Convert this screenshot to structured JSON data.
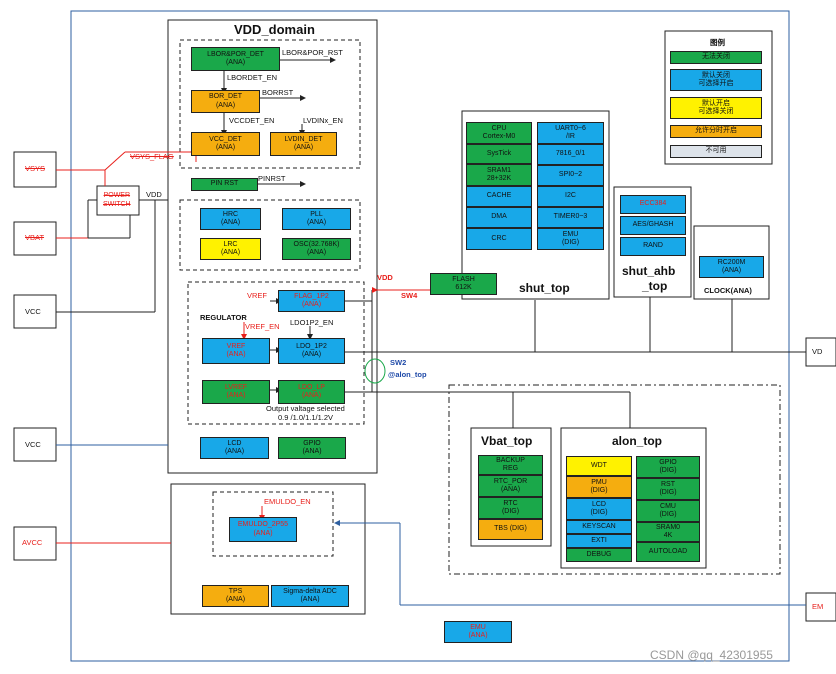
{
  "vdd_domain": {
    "title": "VDD_domain",
    "lbor_por_det": [
      "LBOR&POR_DET",
      "(ANA)"
    ],
    "lbor_por_rst": "LBOR&POR_RST",
    "lbordet_en": "LBORDET_EN",
    "bor_det": [
      "BOR_DET",
      "(ANA)"
    ],
    "borrst": "BORRST",
    "vccdet_en": "VCCDET_EN",
    "lvdinx_en": "LVDINx_EN",
    "vcc_det": [
      "VCC_DET",
      "(ANA)"
    ],
    "lvdin_det": [
      "LVDIN_DET",
      "(ANA)"
    ],
    "pin_rst": "PIN RST",
    "pinrst": "PINRST",
    "hrc": [
      "HRC",
      "(ANA)"
    ],
    "pll": [
      "PLL",
      "(ANA)"
    ],
    "lrc": [
      "LRC",
      "(ANA)"
    ],
    "osc": [
      "OSC(32.768K)",
      "(ANA)"
    ],
    "vref_label": "VREF",
    "flag_1p2": [
      "FLAG_1P2",
      "(ANA)"
    ],
    "regulator": "REGULATOR",
    "vref_en": "VREF_EN",
    "ldo1p2_en": "LDO1P2_EN",
    "vref": [
      "VREF",
      "(ANA)"
    ],
    "ldo_1p2": [
      "LDO_1P2",
      "(ANA)"
    ],
    "lvref": [
      "LVREF",
      "(ANA)"
    ],
    "ldo_lp": [
      "LDO_LP",
      "(ANA)"
    ],
    "output_voltage": [
      "Output valtage selected",
      "0.9 /1.0/1.1/1.2V"
    ],
    "lcd": [
      "LCD",
      "(ANA)"
    ],
    "gpio": [
      "GPIO",
      "(ANA)"
    ]
  },
  "power": {
    "vsys": "VSYS",
    "vbat": "VBAT",
    "vcc1": "VCC",
    "vcc2": "VCC",
    "avcc": "AVCC",
    "vsys_flag": "VSYS_FLAG",
    "power_switch": [
      "POWER",
      "SWITCH"
    ],
    "vdd": "VDD",
    "vdd_right": "VD",
    "emu_right": "EM"
  },
  "flash": {
    "vdd": "VDD",
    "sw4": "SW4",
    "box": [
      "FLASH",
      "612K"
    ]
  },
  "sw2": [
    "SW2",
    "@alon_top"
  ],
  "shut_top": {
    "title": "shut_top",
    "left": [
      [
        "CPU",
        "Cortex-M0"
      ],
      [
        "SysTick"
      ],
      [
        "SRAM1",
        "28+32K"
      ],
      [
        "CACHE"
      ],
      [
        "DMA"
      ],
      [
        "CRC"
      ]
    ],
    "right": [
      [
        "UART0~6",
        "/IR"
      ],
      [
        "7816_0/1"
      ],
      [
        "SPI0~2"
      ],
      [
        "I2C"
      ],
      [
        "TIMER0~3"
      ],
      [
        "EMU",
        "(DIG)"
      ]
    ]
  },
  "shut_ahb": {
    "title": [
      "shut_ahb",
      "_top"
    ],
    "items": [
      [
        "ECC384"
      ],
      [
        "AES/GHASH"
      ],
      [
        "RAND"
      ]
    ]
  },
  "clock": {
    "title": "CLOCK(ANA)",
    "rc200m": [
      "RC200M",
      "(ANA)"
    ]
  },
  "legend": {
    "title": "图例",
    "items": [
      {
        "text": [
          "无法关闭"
        ],
        "color": "#1aa84a"
      },
      {
        "text": [
          "默认关闭",
          "可选择开启"
        ],
        "color": "#18a8e8"
      },
      {
        "text": [
          "默认开启",
          "可选择关闭"
        ],
        "color": "#fff200"
      },
      {
        "text": [
          "允许分时开启"
        ],
        "color": "#f5ad0f"
      },
      {
        "text": [
          "不可用"
        ],
        "color": "#dde3ea"
      }
    ]
  },
  "vbat_top": {
    "title": "Vbat_top",
    "items": [
      [
        "BACKUP",
        "REG"
      ],
      [
        "RTC_POR",
        "(ANA)"
      ],
      [
        "RTC",
        "(DIG)"
      ],
      [
        "TBS (DIG)"
      ]
    ]
  },
  "alon_top": {
    "title": "alon_top",
    "left": [
      [
        "WDT"
      ],
      [
        "PMU",
        "(DIG)"
      ],
      [
        "LCD",
        "(DIG)"
      ],
      [
        "KEYSCAN"
      ],
      [
        "EXTI"
      ],
      [
        "DEBUG"
      ]
    ],
    "right": [
      [
        "GPIO",
        "(DIG)"
      ],
      [
        "RST",
        "(DIG)"
      ],
      [
        "CMU",
        "(DIG)"
      ],
      [
        "SRAM0",
        "4K"
      ],
      [
        "AUTOLOAD"
      ]
    ]
  },
  "analog": {
    "emuldo_en": "EMULDO_EN",
    "emuldo": [
      "EMULDO_2P55",
      "(ANA)"
    ],
    "tps": [
      "TPS",
      "(ANA)"
    ],
    "sigma_delta": [
      "Sigma-delta ADC",
      "(ANA)"
    ],
    "emu": [
      "EMU",
      "(ANA)"
    ]
  },
  "watermark": "CSDN @qq_42301955"
}
